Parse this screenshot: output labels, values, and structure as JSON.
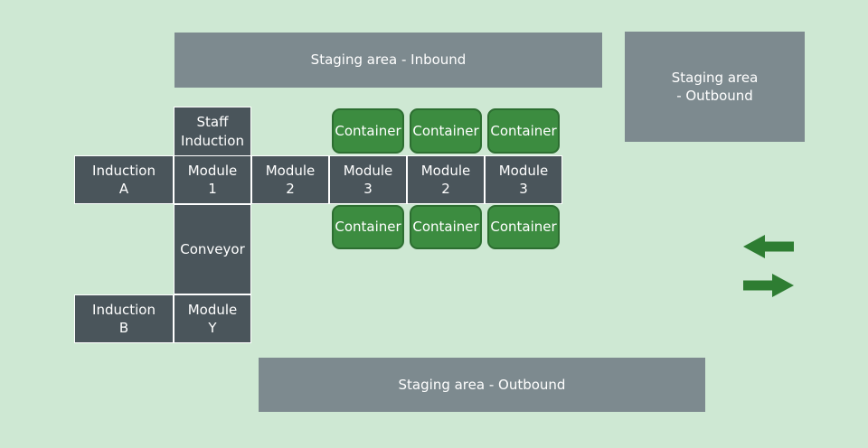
{
  "colors": {
    "background": "#cee8d3",
    "staging_gray": "#7d8a8f",
    "cell_dark": "#4a555b",
    "container_green": "#3c8c40",
    "arrow_green": "#2e7d32",
    "text": "#ffffff"
  },
  "areas": {
    "inbound": "Staging area - Inbound",
    "outbound_right": {
      "line1": "Staging area",
      "line2": "- Outbound"
    },
    "outbound_bottom": "Staging area - Outbound"
  },
  "cells": {
    "staff_induction": "Staff Induction",
    "induction_a": "Induction A",
    "module_1": "Module 1",
    "module_2_left": "Module 2",
    "module_3_left": "Module 3",
    "module_2_right": "Module 2",
    "module_3_right": "Module 3",
    "conveyor": "Conveyor",
    "induction_b": "Induction B",
    "module_y": "Module Y"
  },
  "containers": {
    "top": [
      "Container",
      "Container",
      "Container"
    ],
    "bottom": [
      "Container",
      "Container",
      "Container"
    ]
  },
  "icons": {
    "arrow_left": "arrow-left-icon",
    "arrow_right": "arrow-right-icon"
  }
}
